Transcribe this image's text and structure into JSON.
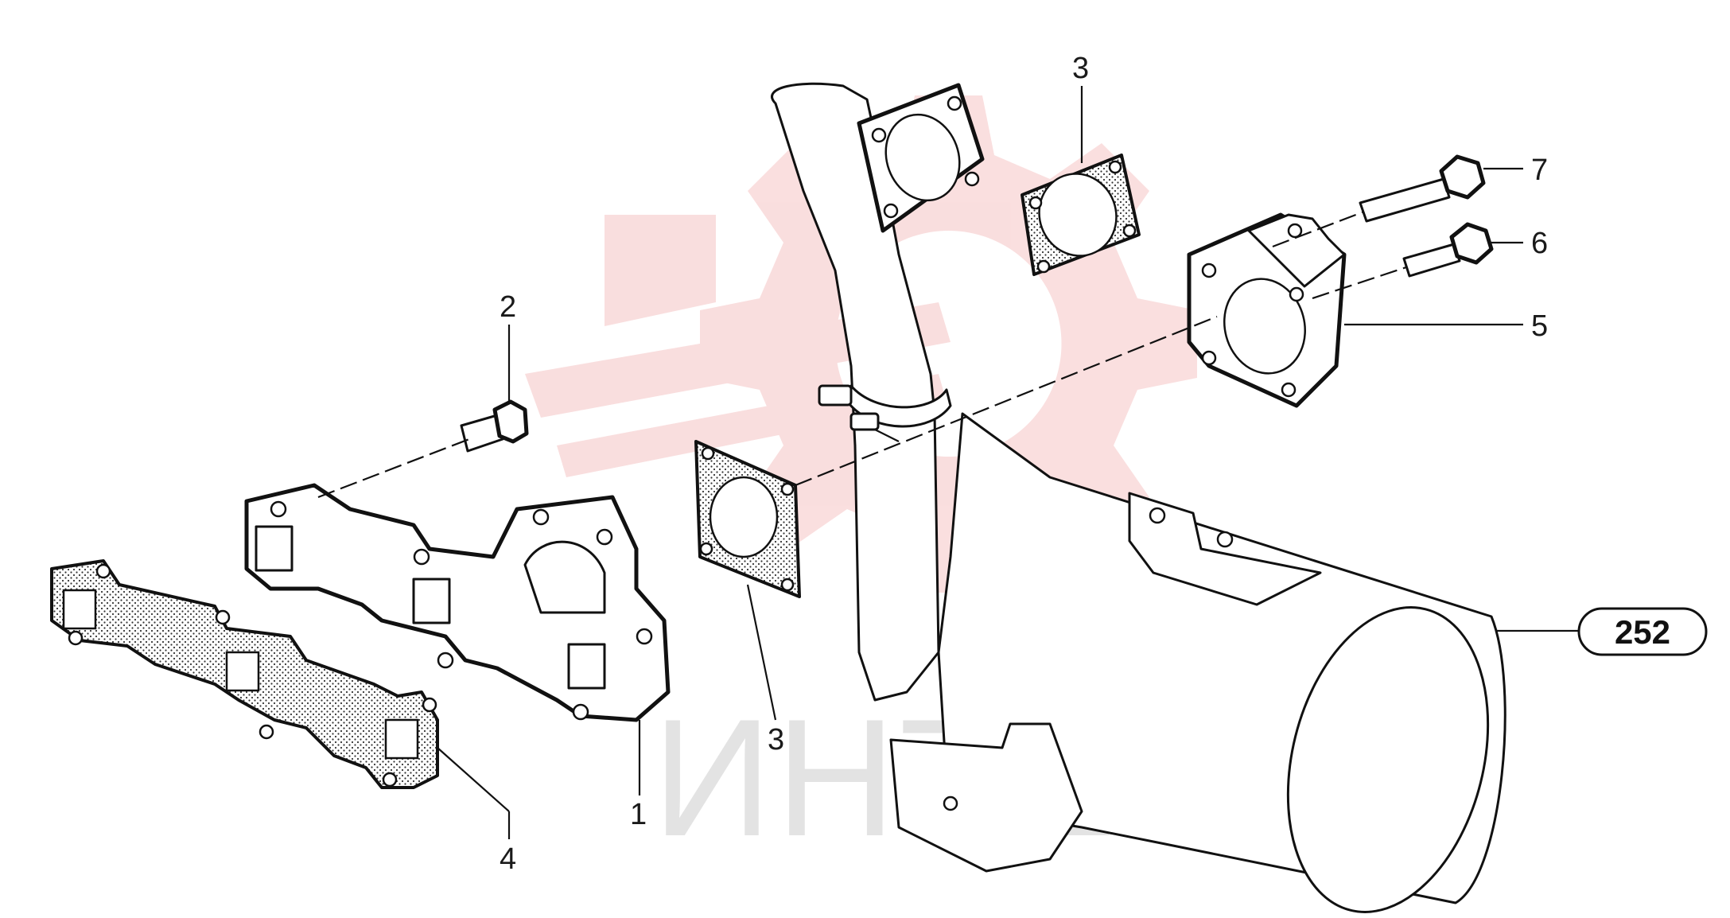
{
  "diagram": {
    "callouts": [
      {
        "id": "part-1",
        "label": "1"
      },
      {
        "id": "part-2",
        "label": "2"
      },
      {
        "id": "part-3-top",
        "label": "3"
      },
      {
        "id": "part-3-bottom",
        "label": "3"
      },
      {
        "id": "part-4",
        "label": "4"
      },
      {
        "id": "part-5",
        "label": "5"
      },
      {
        "id": "part-6",
        "label": "6"
      },
      {
        "id": "part-7",
        "label": "7"
      }
    ],
    "reference": {
      "label": "252"
    },
    "watermark": {
      "text": "ИНТЕХ",
      "color": "#f5c4c4",
      "text_color": "#e3e3e3"
    },
    "colors": {
      "line": "#111111",
      "background": "#ffffff"
    }
  }
}
